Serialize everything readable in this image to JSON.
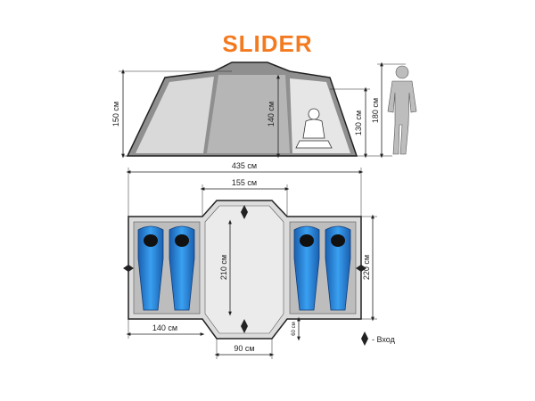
{
  "title": "SLIDER",
  "colors": {
    "title": "#f47a20",
    "tent_outline": "#222222",
    "tent_fill": "#bfbfbf",
    "side_fill": "#e2e2e2",
    "floor_fill": "#cfcfcf",
    "sleeping_bag": "#2a8fe0"
  },
  "dimensions": {
    "total_height": "150 см",
    "center_height": "140 см",
    "side_height": "130 см",
    "person_height": "180 см",
    "total_length": "435 см",
    "vestibule_width": "155 см",
    "center_depth": "210 см",
    "total_width": "220 см",
    "room_width": "140 см",
    "door_width": "90 см",
    "door_depth": "60 см"
  },
  "legend": {
    "entrance": "- Вход"
  },
  "icons": {
    "person_standing": "person-standing-icon",
    "person_sitting": "person-sitting-icon",
    "entrance_marker": "entrance-marker-icon",
    "sleeping_bag": "sleeping-bag-icon"
  }
}
